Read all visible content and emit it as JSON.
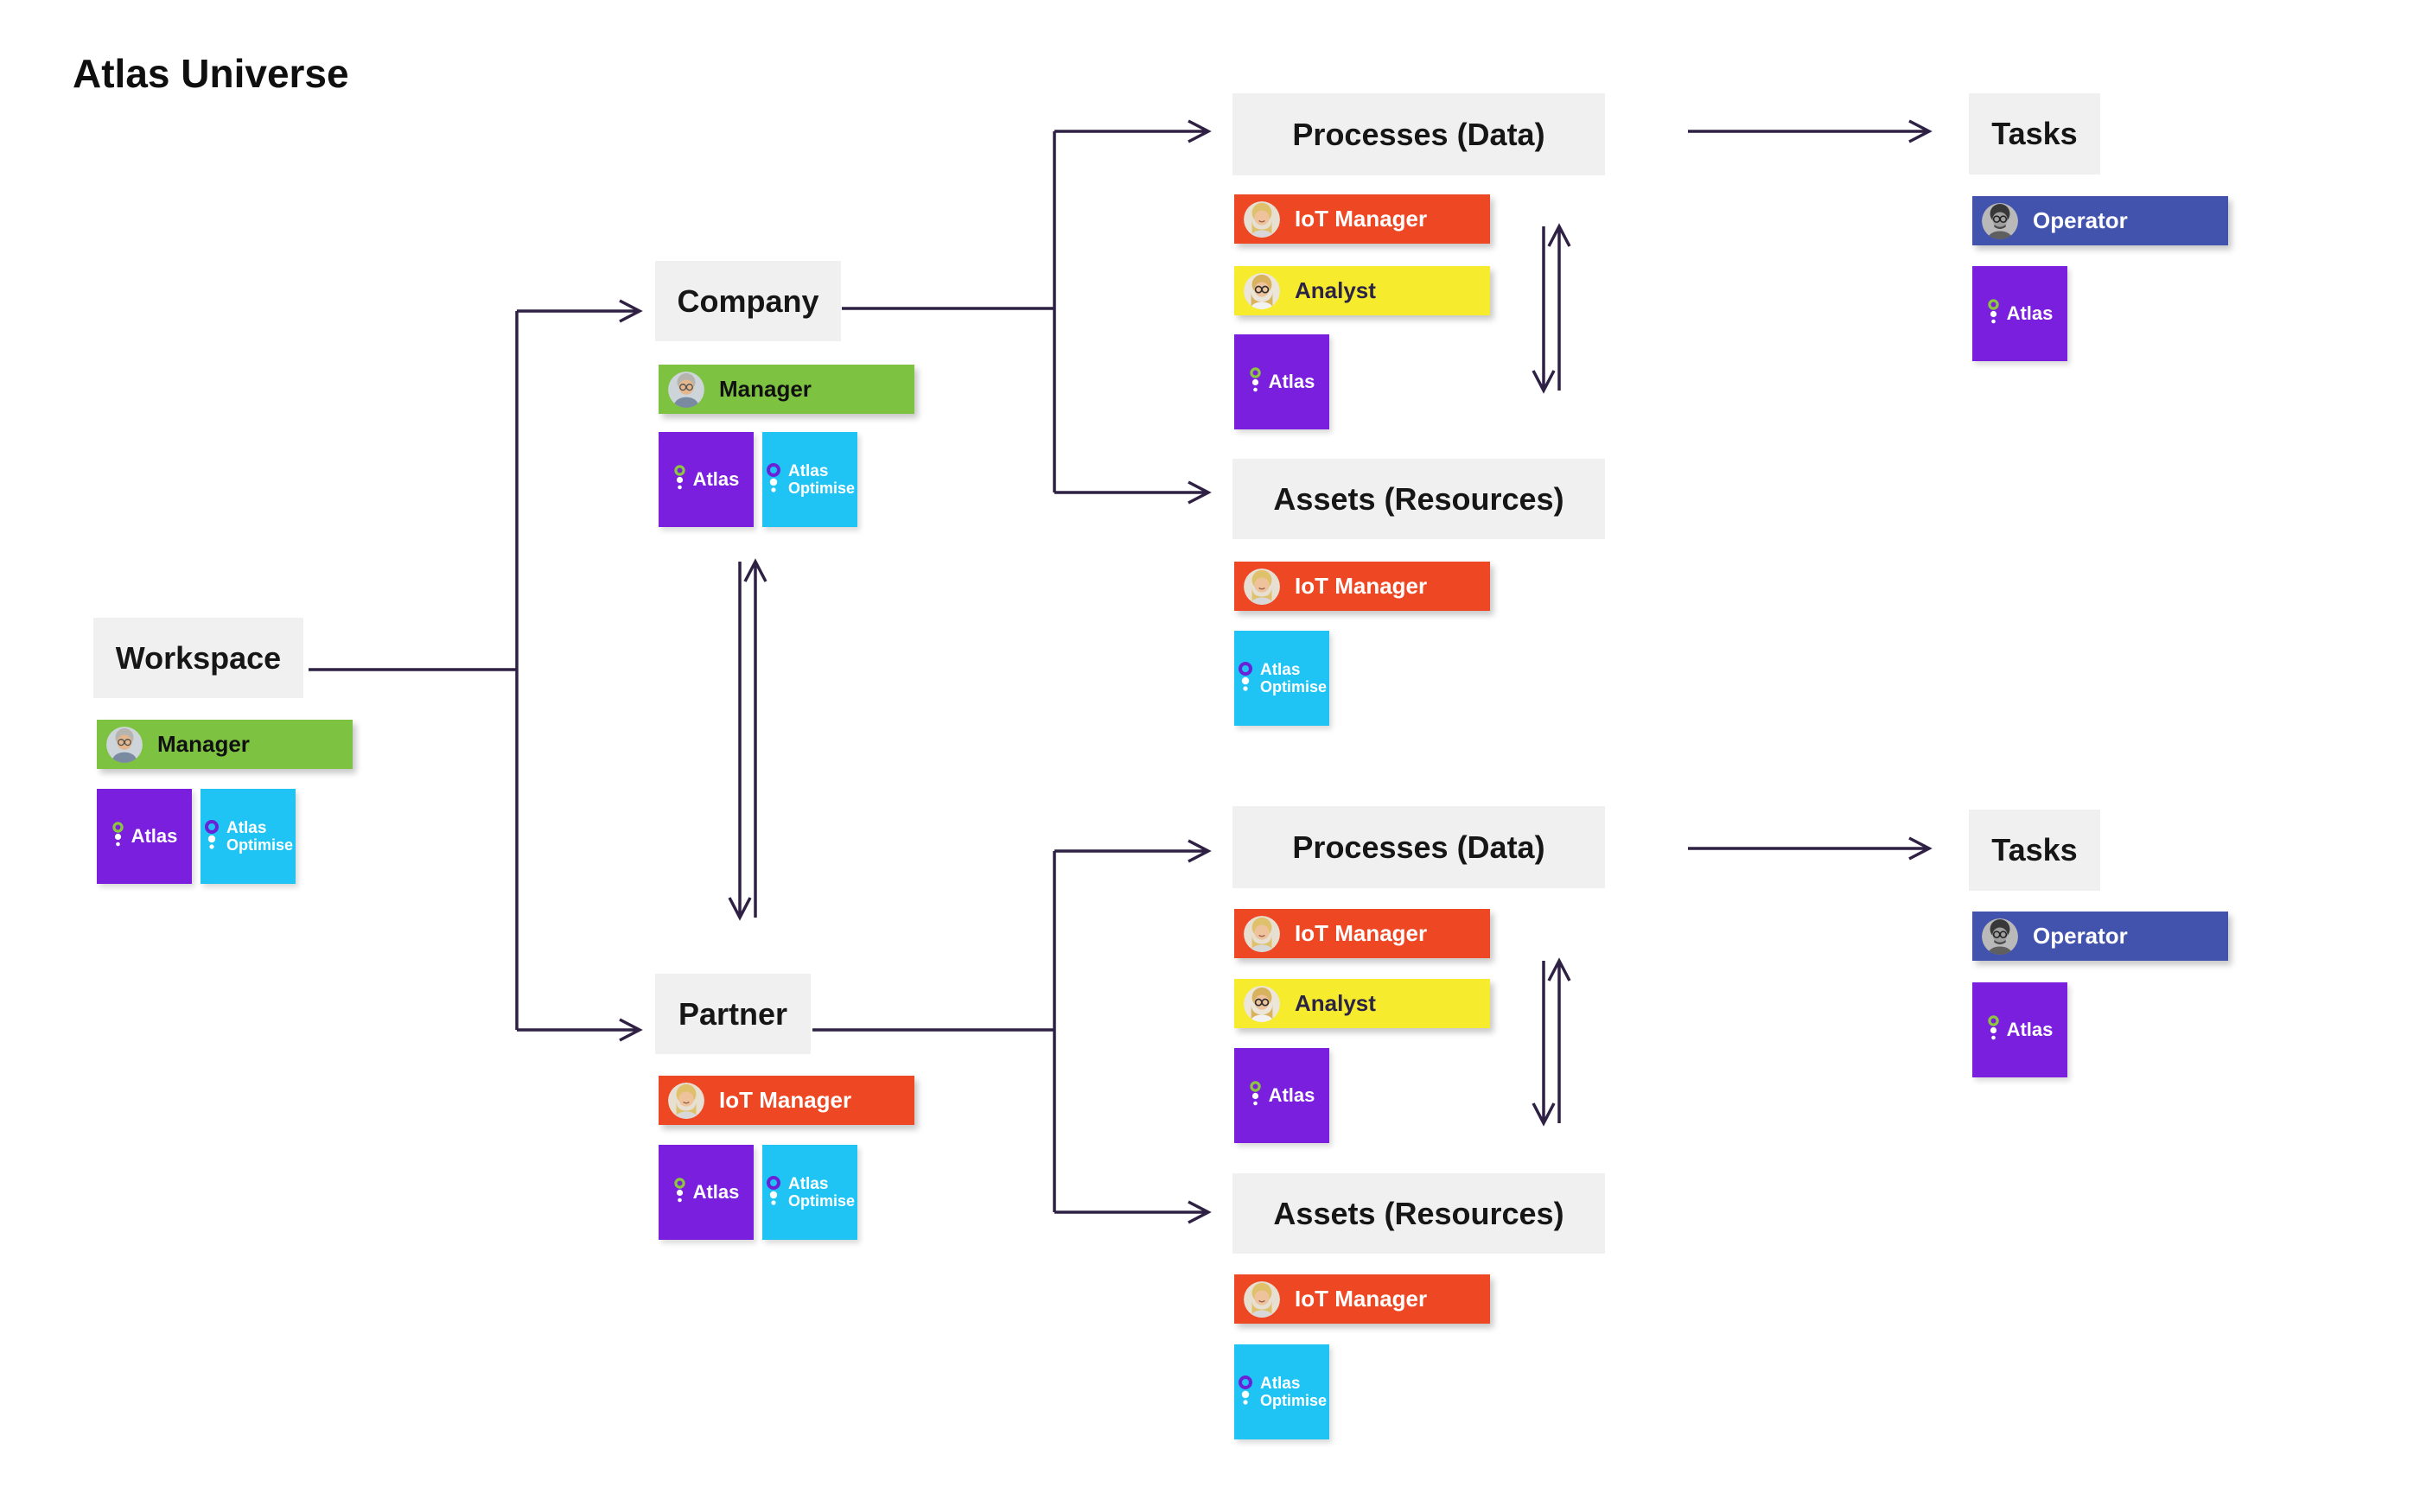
{
  "title": "Atlas Universe",
  "nodes": {
    "workspace": "Workspace",
    "company": "Company",
    "partner": "Partner",
    "processes": "Processes (Data)",
    "assets": "Assets (Resources)",
    "tasks": "Tasks"
  },
  "roles": {
    "manager": "Manager",
    "iot_manager": "IoT Manager",
    "analyst": "Analyst",
    "operator": "Operator"
  },
  "apps": {
    "atlas": "Atlas",
    "optimise_line1": "Atlas",
    "optimise_line2": "Optimise"
  },
  "colors": {
    "manager_green": "#7EC242",
    "iot_orange": "#EE4723",
    "analyst_yellow": "#F7EB2E",
    "operator_indigo": "#4253AE",
    "atlas_purple": "#7B1FDE",
    "optimise_cyan": "#1FC4F4",
    "header_gray": "#F0F0F0",
    "connector_dark": "#2E2144",
    "atlas_ring_green": "#8CC63F",
    "optimise_ring_purple": "#6B21D8",
    "header_text": "#161616",
    "badge_text_dark": "#111111",
    "analyst_text_navy": "#2B2447"
  }
}
